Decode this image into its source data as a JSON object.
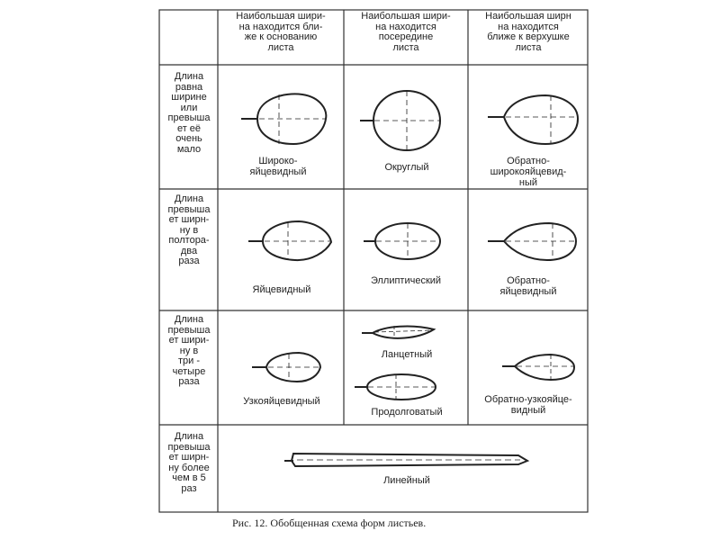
{
  "headers": [
    "Наибольшая шири-\nна находится бли-\nже к основанию\nлиста",
    "Наибольшая шири-\nна находится\nпосередине\nлиста",
    "Наибольшая ширн\nна находится\nближе к верхушке\nлиста"
  ],
  "rows": [
    "Длина\nравна\nширине\nили\nпревыша\nет её\nочень\nмало",
    "Длина\nпревыша\nет ширн-\nну в\nполтора-\nдва\nраза",
    "Длина\nпревыша\nет шири-\nну в\nтри -\nчетыре\nраза",
    "Длина\nпревыша\nет ширн-\nну более\nчем в 5\nраз"
  ],
  "shapes": {
    "r1c1": "Широко-\nяйцевидный",
    "r1c2": "Округлый",
    "r1c3": "Обратно-\nширокояйцевид-\nный",
    "r2c1": "Яйцевидный",
    "r2c2": "Эллиптический",
    "r2c3": "Обратно-\nяйцевидный",
    "r3c1": "Узкояйцевидный",
    "r3c2a": "Ланцетный",
    "r3c2b": "Продолговатый",
    "r3c3": "Обратно-узкояйце-\nвидный",
    "r4": "Линейный"
  },
  "caption": "Рис. 12. Обобщенная схема форм листьев."
}
